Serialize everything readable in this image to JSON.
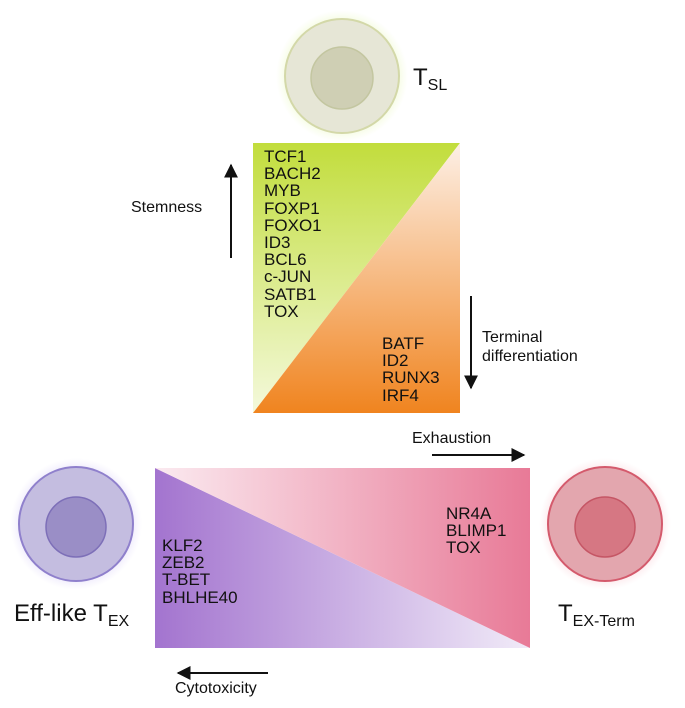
{
  "cells": {
    "tsl": {
      "main": "T",
      "sub": "SL",
      "color": "#b8df6a"
    },
    "eff": {
      "main": "Eff-like T",
      "sub": "EX",
      "color": "#8e7cc3"
    },
    "term": {
      "main": "T",
      "sub": "EX-Term",
      "color": "#e05a70"
    }
  },
  "stemness_genes": [
    "TCF1",
    "BACH2",
    "MYB",
    "FOXP1",
    "FOXO1",
    "ID3",
    "BCL6",
    "c-JUN",
    "SATB1",
    "TOX"
  ],
  "terminal_genes": [
    "BATF",
    "ID2",
    "RUNX3",
    "IRF4"
  ],
  "effector_genes": [
    "KLF2",
    "ZEB2",
    "T-BET",
    "BHLHE40"
  ],
  "exhausted_genes": [
    "NR4A",
    "BLIMP1",
    "TOX"
  ],
  "arrows": {
    "stemness": "Stemness",
    "terminal_line1": "Terminal",
    "terminal_line2": "differentiation",
    "exhaustion": "Exhaustion",
    "cytotoxicity": "Cytotoxicity"
  },
  "colors": {
    "green": "#c8e04a",
    "orange": "#f08a2c",
    "purple": "#9e73c9",
    "pink": "#e97d98"
  }
}
